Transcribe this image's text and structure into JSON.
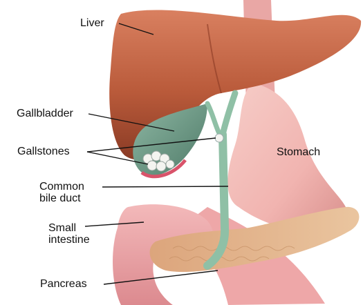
{
  "labels": {
    "liver": "Liver",
    "gallbladder": "Gallbladder",
    "gallstones": "Gallstones",
    "common_bile_duct": {
      "line1": "Common",
      "line2": "bile duct"
    },
    "small_intestine": {
      "line1": "Small",
      "line2": "intestine"
    },
    "pancreas": "Pancreas",
    "stomach": "Stomach"
  },
  "colors": {
    "liver": "#b95a3a",
    "liver_highlight": "#d98060",
    "liver_shadow": "#8a3b25",
    "gallbladder": "#6f9a86",
    "bile_duct": "#8fc0a6",
    "stomach": "#f1b4b0",
    "stomach_shadow": "#d88f8c",
    "intestine": "#eea3a6",
    "pancreas": "#e2b68e",
    "stone": "#f4f4f0",
    "leader_line": "#111111"
  }
}
